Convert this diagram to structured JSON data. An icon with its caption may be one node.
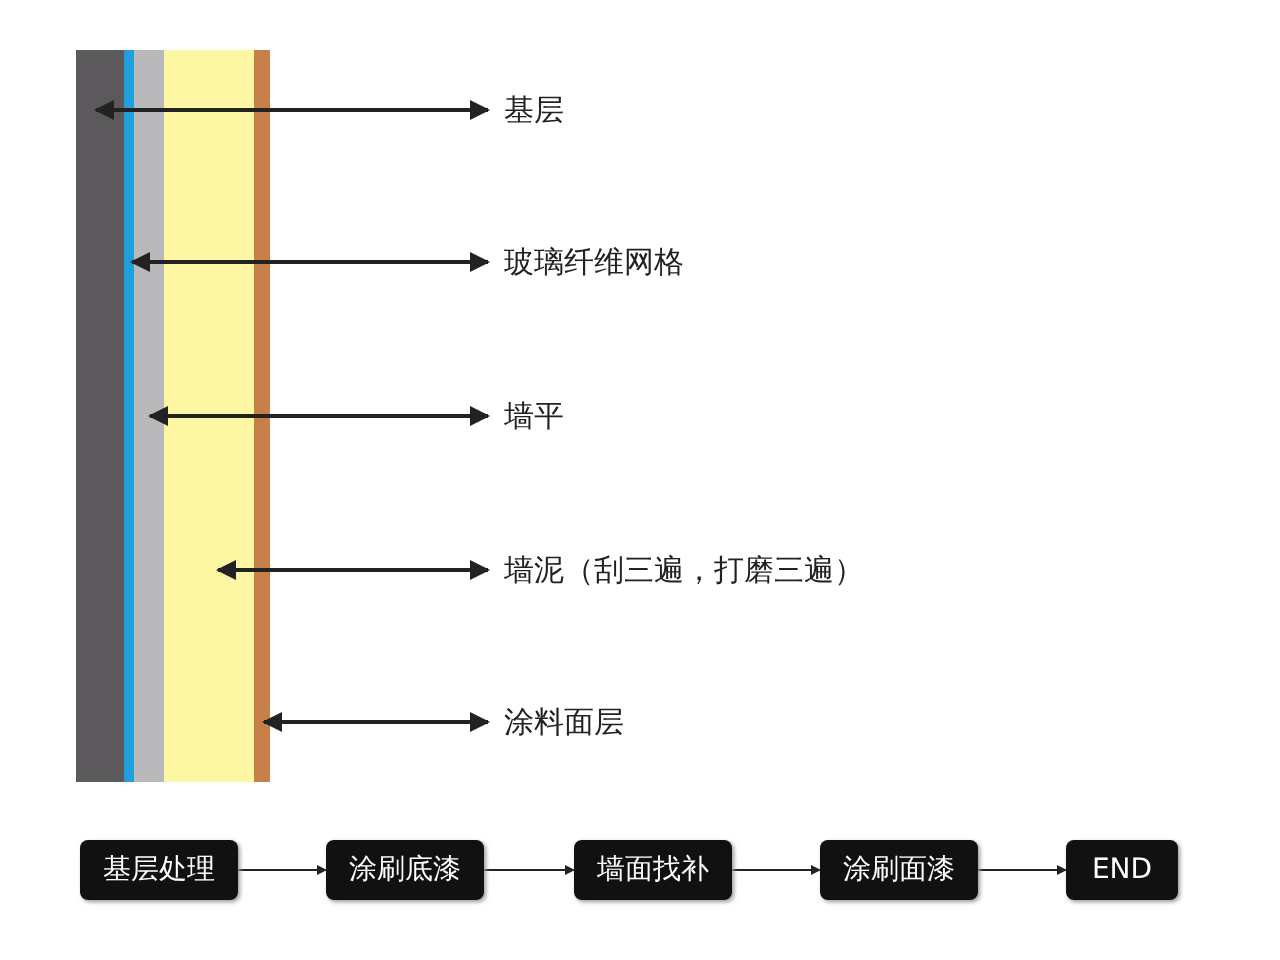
{
  "diagram": {
    "nodes": [
      {
        "text": [],
        "shape": "bar"
      },
      {
        "text": [],
        "shape": "bar"
      },
      {
        "text": [],
        "shape": "bar"
      },
      {
        "text": [],
        "shape": "bar"
      },
      {
        "text": [],
        "shape": "bar"
      },
      {
        "text": [
          "基层"
        ]
      },
      {
        "text": [
          "玻璃纤维网格"
        ]
      },
      {
        "text": [
          "墙平"
        ]
      },
      {
        "text": [
          "墙泥（刮三遍，打磨三遍）"
        ]
      },
      {
        "text": [
          "涂料面层"
        ]
      },
      {
        "text": [
          "基层处理"
        ]
      },
      {
        "text": [
          "涂刷底漆"
        ]
      },
      {
        "text": [
          "墙面找补"
        ]
      },
      {
        "text": [
          "涂刷面漆"
        ]
      },
      {
        "text": [
          "END"
        ]
      }
    ],
    "edges": [
      {
        "from": 5,
        "to": 0,
        "arrow": "both"
      },
      {
        "from": 6,
        "to": 1,
        "arrow": "both"
      },
      {
        "from": 7,
        "to": 2,
        "arrow": "both"
      },
      {
        "from": 8,
        "to": 3,
        "arrow": "both"
      },
      {
        "from": 9,
        "to": 4,
        "arrow": "both"
      },
      {
        "from": 10,
        "to": 11,
        "arrow": "to"
      },
      {
        "from": 11,
        "to": 12,
        "arrow": "to"
      },
      {
        "from": 12,
        "to": 13,
        "arrow": "to"
      },
      {
        "from": 13,
        "to": 14,
        "arrow": "to"
      }
    ]
  }
}
